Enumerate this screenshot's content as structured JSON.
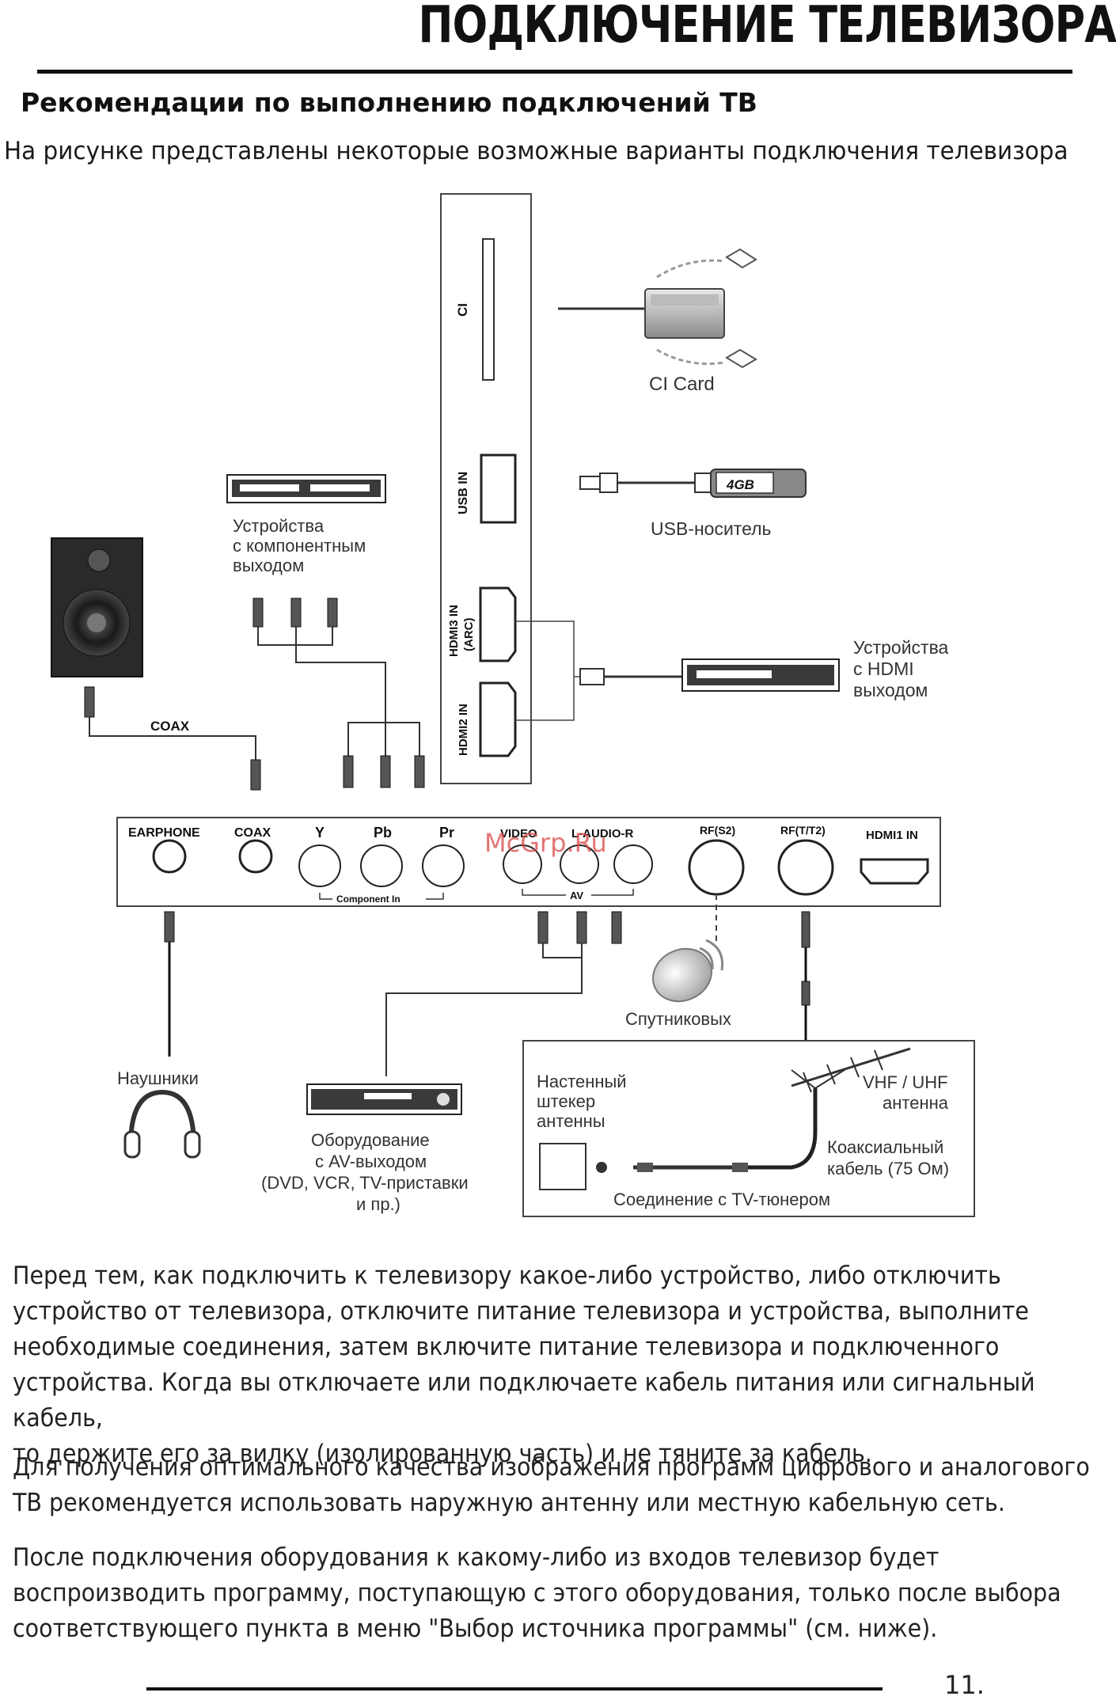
{
  "page": {
    "title": "ПОДКЛЮЧЕНИЕ ТЕЛЕВИЗОРА",
    "section_heading": "Рекомендации по выполнению подключений ТВ",
    "intro": "На рисунке представлены некоторые возможные варианты подключения телевизора",
    "page_number": "11."
  },
  "diagram": {
    "side_panel": {
      "ci": "CI",
      "usb_in": "USB IN",
      "hdmi3_in": "HDMI3 IN",
      "hdmi3_arc": "(ARC)",
      "hdmi2_in": "HDMI2 IN"
    },
    "bottom_panel": {
      "earphone": "EARPHONE",
      "coax": "COAX",
      "y": "Y",
      "pb": "Pb",
      "pr": "Pr",
      "video": "VIDEO",
      "l_audio_r": "L-AUDIO-R",
      "rf_s2": "RF(S2)",
      "rf_t_t2": "RF(T/T2)",
      "hdmi1_in": "HDMI1 IN",
      "component_in": "Component In",
      "av": "AV"
    },
    "devices": {
      "ci_card": "CI Card",
      "usb_media": "USB-носитель",
      "usb_capacity": "4GB",
      "component_line1": "Устройства",
      "component_line2": "с компонентным",
      "component_line3": "выходом",
      "hdmi_dev_line1": "Устройства",
      "hdmi_dev_line2": "с HDMI",
      "hdmi_dev_line3": "выходом",
      "coax_cable": "COAX",
      "headphones": "Наушники",
      "satellite": "Спутниковых",
      "av_line1": "Оборудование",
      "av_line2": "с AV-выходом",
      "av_line3": "(DVD, VCR, TV-приставки",
      "av_line4": "и пр.)",
      "wall_line1": "Настенный",
      "wall_line2": "штекер",
      "wall_line3": "антенны",
      "antenna_line1": "VHF / UHF",
      "antenna_line2": "антенна",
      "cable_line1": "Коаксиальный",
      "cable_line2": "кабель (75 Ом)",
      "tuner_connection": "Соединение с TV-тюнером"
    },
    "watermark": "McGrp.Ru"
  },
  "paragraphs": [
    {
      "line1": "Перед тем, как подключить к телевизору какое-либо устройство, либо отключить",
      "line2": "устройство от телевизора, отключите питание телевизора и устройства, выполните",
      "line3": "необходимые соединения, затем включите питание телевизора и подключенного",
      "line4": "устройства. Когда вы отключаете или подключаете кабель питания или сигнальный кабель,",
      "line5": "то держите его за вилку (изолированную часть) и не тяните за кабель."
    },
    {
      "line1": "Для получения оптимального качества изображения программ цифрового и аналогового",
      "line2": "ТВ рекомендуется использовать наружную антенну или местную кабельную сеть."
    },
    {
      "line1": "После подключения оборудования к какому-либо из входов телевизор будет",
      "line2": "воспроизводить программу, поступающую с этого оборудования, только после выбора",
      "line3": "соответствующего пункта в меню \"Выбор источника программы\" (см. ниже)."
    }
  ]
}
